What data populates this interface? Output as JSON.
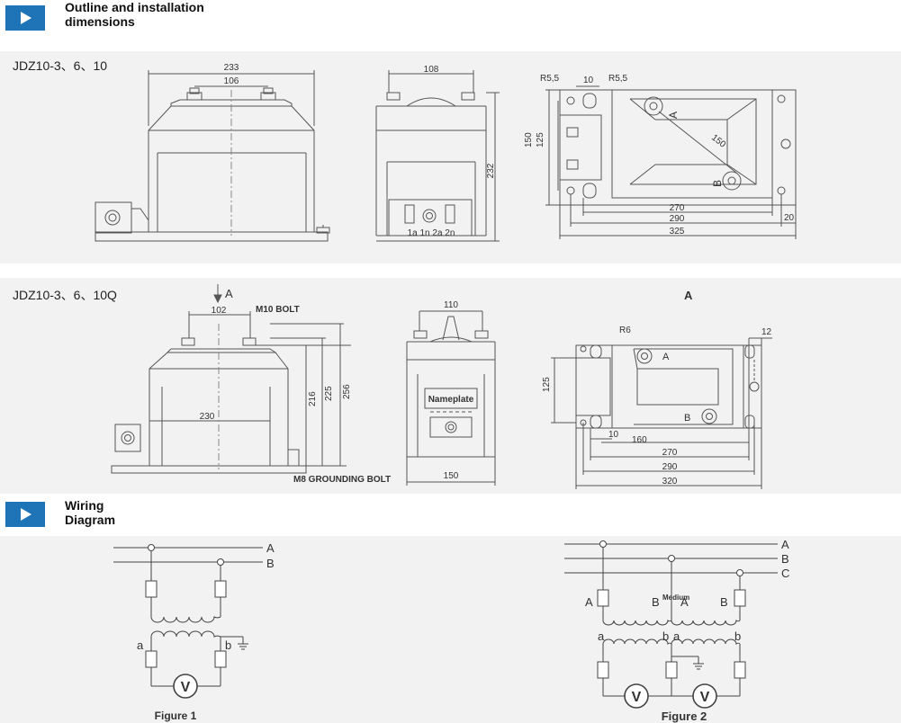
{
  "sections": {
    "outline": {
      "title_line1": "Outline and installation",
      "title_line2": "dimensions"
    },
    "wiring": {
      "title_line1": "Wiring",
      "title_line2": "Diagram"
    }
  },
  "models": {
    "first": "JDZ10-3、6、10",
    "second": "JDZ10-3、6、10Q"
  },
  "drawing1": {
    "dims": {
      "front_width": "233",
      "front_bolt": "106",
      "side_width": "108",
      "side_height": "232",
      "terminal_labels": "1a 1n  2a 2n",
      "r_left": "R5,5",
      "ten": "10",
      "r_right": "R5,5",
      "h150": "150",
      "h125": "125",
      "diag150": "150",
      "w270": "270",
      "w290": "290",
      "w325": "325",
      "w20": "20",
      "terminal_a": "A",
      "terminal_b": "B"
    }
  },
  "drawing2": {
    "view_label": "A",
    "view_arrow_label": "A",
    "dims": {
      "bolt_spacing": "102",
      "m10": "M10 BOLT",
      "w230": "230",
      "h216": "216",
      "h225": "225",
      "h256": "256",
      "grounding": "M8 GROUNDING BOLT",
      "side110": "110",
      "nameplate": "Nameplate",
      "side150": "150",
      "r6": "R6",
      "twelve": "12",
      "h125": "125",
      "ten": "10",
      "w160": "160",
      "w270": "270",
      "w290": "290",
      "w320": "320",
      "terminal_a": "A",
      "terminal_b": "B"
    }
  },
  "figure1": {
    "caption": "Figure 1",
    "bus_a": "A",
    "bus_b": "B",
    "sec_a": "a",
    "sec_b": "b",
    "meter": "V"
  },
  "figure2": {
    "caption": "Figure 2",
    "bus_a": "A",
    "bus_b": "B",
    "bus_c": "C",
    "p_a1": "A",
    "p_b1": "B",
    "p_a2": "A",
    "p_b2": "B",
    "medium": "Medium",
    "s_a1": "a",
    "s_b1": "b",
    "s_a2": "a",
    "s_b2": "b",
    "meter1": "V",
    "meter2": "V"
  }
}
